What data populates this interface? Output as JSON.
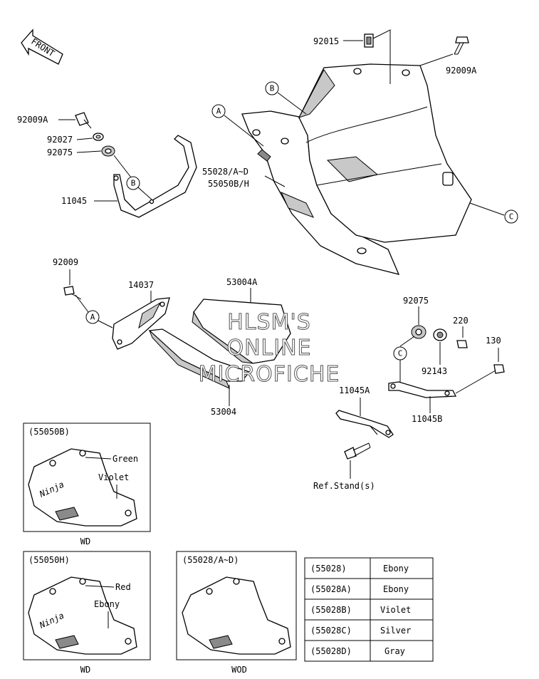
{
  "front_label": "FRONT",
  "parts": {
    "p92015": "92015",
    "p92009A_top": "92009A",
    "pB_top": "B",
    "pA_top": "A",
    "p92009A_left": "92009A",
    "p92027": "92027",
    "p92075_left": "92075",
    "pB_left": "B",
    "p11045": "11045",
    "p55028": "55028/A~D",
    "p55050": "55050B/H",
    "pC_right": "C",
    "p92009": "92009",
    "p14037": "14037",
    "pA_mid": "A",
    "p53004A": "53004A",
    "p53004": "53004",
    "p92075_right": "92075",
    "p220": "220",
    "p130": "130",
    "pC_mid": "C",
    "p92143": "92143",
    "p11045A": "11045A",
    "p11045B": "11045B",
    "ref_stand": "Ref.Stand(s)"
  },
  "watermark": [
    "HLSM'S",
    "ONLINE",
    "MICROFICHE"
  ],
  "insets": [
    {
      "code": "(55050B)",
      "color1": "Green",
      "color2": "Violet",
      "caption": "WD",
      "logo": "Ninja"
    },
    {
      "code": "(55050H)",
      "color1": "Red",
      "color2": "Ebony",
      "caption": "WD",
      "logo": "Ninja"
    },
    {
      "code": "(55028/A~D)",
      "caption": "WOD"
    }
  ],
  "color_table": [
    {
      "part": "(55028)",
      "color": "Ebony"
    },
    {
      "part": "(55028A)",
      "color": "Ebony"
    },
    {
      "part": "(55028B)",
      "color": "Violet"
    },
    {
      "part": "(55028C)",
      "color": "Silver"
    },
    {
      "part": "(55028D)",
      "color": "Gray"
    }
  ]
}
